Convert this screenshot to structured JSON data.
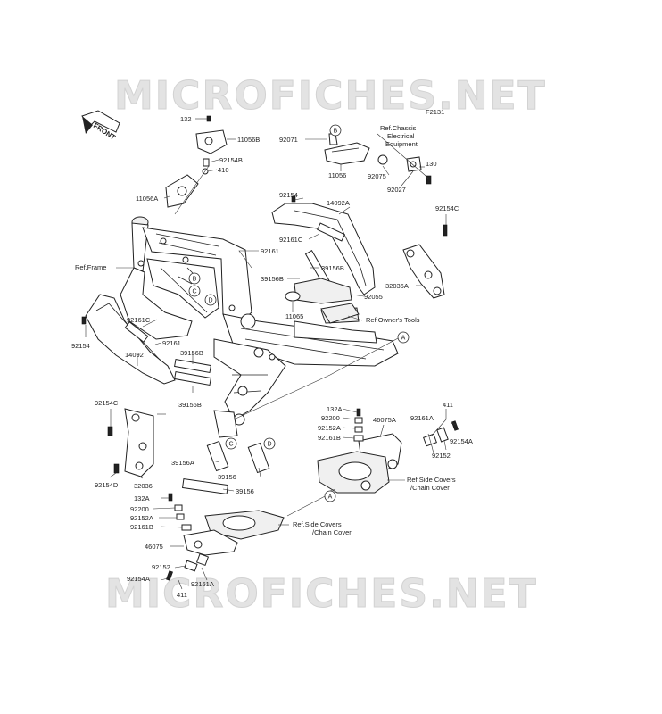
{
  "watermark": {
    "top": "MICROFICHES.NET",
    "bottom": "MICROFICHES.NET"
  },
  "figure_code": "F2131",
  "front_arrow": "FRONT",
  "callouts": {
    "a": "A",
    "b": "B",
    "c": "C",
    "d": "D"
  },
  "refs": {
    "chassis_electrical": [
      "Ref.Chassis",
      "Electrical",
      "Equipment"
    ],
    "frame": "Ref.Frame",
    "owners_tools": "Ref.Owner's Tools",
    "side_covers_1": [
      "Ref.Side Covers",
      "/Chain Cover"
    ],
    "side_covers_2": [
      "Ref.Side Covers",
      "/Chain Cover"
    ]
  },
  "parts": {
    "p132_top": "132",
    "p11056b": "11056B",
    "p92154b": "92154B",
    "p410": "410",
    "p11056a": "11056A",
    "p92071": "92071",
    "p11056": "11056",
    "p92075": "92075",
    "p92027": "92027",
    "p130": "130",
    "p92154_top": "92154",
    "p14092a": "14092A",
    "p92154c_right": "92154C",
    "p92161c_top": "92161C",
    "p92161": "92161",
    "p39156b_a": "39156B",
    "p39156b_b": "39156B",
    "p32036a": "32036A",
    "p92055": "92055",
    "p11065": "11065",
    "p92161c_left": "92161C",
    "p92154_left": "92154",
    "p92161_left": "92161",
    "p14092": "14092",
    "p39156b_c": "39156B",
    "p39156b_d": "39156B",
    "p92154c_left": "92154C",
    "p132a_right": "132A",
    "p92200_right": "92200",
    "p92152a_right": "92152A",
    "p92161b_right": "92161B",
    "p46075a": "46075A",
    "p411_right": "411",
    "p92161a_right": "92161A",
    "p92154a_right": "92154A",
    "p92152_right": "92152",
    "p39156a": "39156A",
    "p39156_a": "39156",
    "p39156_b": "39156",
    "p32036": "32036",
    "p92154d": "92154D",
    "p132a_left": "132A",
    "p92200_left": "92200",
    "p92152a_left": "92152A",
    "p92161b_left": "92161B",
    "p46075": "46075",
    "p92152_left": "92152",
    "p92154a_left": "92154A",
    "p411_left": "411",
    "p92161a_left": "92161A"
  }
}
